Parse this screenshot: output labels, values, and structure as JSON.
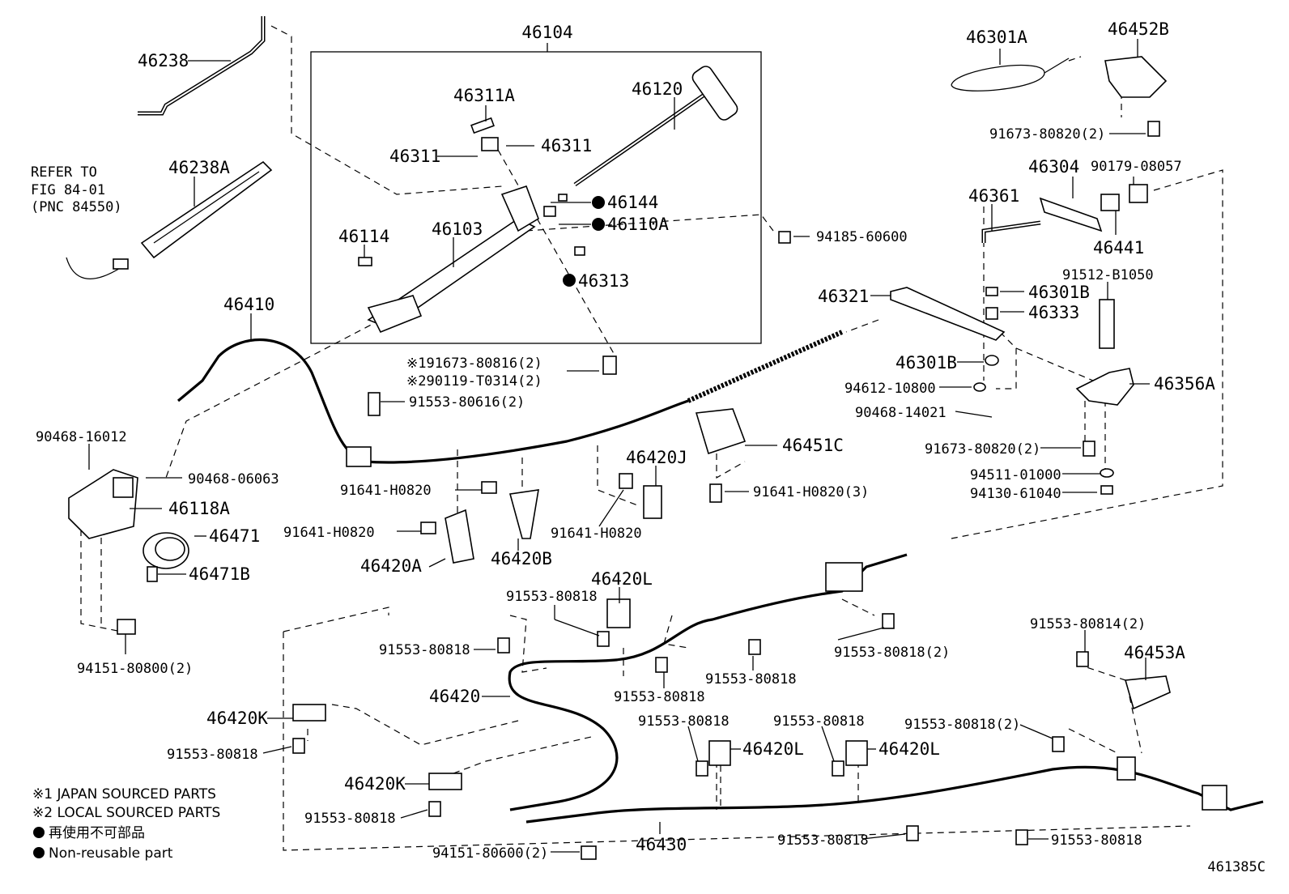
{
  "figure_code": "461385C",
  "refer": {
    "line1": "REFER TO",
    "line2": "FIG 84-01",
    "line3": "(PNC 84550)"
  },
  "labels": {
    "p46104": "46104",
    "p46238": "46238",
    "p46238A": "46238A",
    "p46311A": "46311A",
    "p46120": "46120",
    "p46311_left": "46311",
    "p46311_right": "46311",
    "p46144": "46144",
    "p46110A": "46110A",
    "p46114": "46114",
    "p46103": "46103",
    "p46313": "46313",
    "p94185_60600": "94185-60600",
    "p46410": "46410",
    "p91673_80816": "※191673-80816(2)",
    "p90119_T0314": "※290119-T0314(2)",
    "p91553_80616": "91553-80616(2)",
    "p90468_16012": "90468-16012",
    "p90468_06063": "90468-06063",
    "p46118A": "46118A",
    "p46471": "46471",
    "p46471B": "46471B",
    "p94151_80800": "94151-80800(2)",
    "p91641_H0820_a": "91641-H0820",
    "p91641_H0820_b": "91641-H0820",
    "p91641_H0820_c": "91641-H0820",
    "p91641_H0820_3": "91641-H0820(3)",
    "p46420A": "46420A",
    "p46420B": "46420B",
    "p46420J": "46420J",
    "p46451C": "46451C",
    "p46301A": "46301A",
    "p46452B": "46452B",
    "p91673_80820_top": "91673-80820(2)",
    "p46304": "46304",
    "p90179_08057": "90179-08057",
    "p46361": "46361",
    "p46441": "46441",
    "p91512_B1050": "91512-B1050",
    "p46301B_top": "46301B",
    "p46333": "46333",
    "p46321": "46321",
    "p46301B_bot": "46301B",
    "p94612_10800": "94612-10800",
    "p46356A": "46356A",
    "p90468_14021": "90468-14021",
    "p91673_80820_bot": "91673-80820(2)",
    "p94511_01000": "94511-01000",
    "p94130_61040": "94130-61040",
    "p46420L_top": "46420L",
    "p91553_80818_a": "91553-80818",
    "p91553_80818_b": "91553-80818",
    "p91553_80818_2a": "91553-80818(2)",
    "p91553_80818_c": "91553-80818",
    "p91553_80818_d": "91553-80818",
    "p46420": "46420",
    "p46420K_top": "46420K",
    "p91553_80818_e": "91553-80818",
    "p91553_80814": "91553-80814(2)",
    "p46453A": "46453A",
    "p91553_80818_f": "91553-80818",
    "p46420L_mid": "46420L",
    "p91553_80818_g": "91553-80818",
    "p46420L_right": "46420L",
    "p91553_80818_2b": "91553-80818(2)",
    "p46420K_bot": "46420K",
    "p91553_80818_h": "91553-80818",
    "p46430": "46430",
    "p94151_80600": "94151-80600(2)",
    "p91553_80818_i": "91553-80818",
    "p91553_80818_j": "91553-80818"
  },
  "legend": {
    "note1": "※1 JAPAN SOURCED PARTS",
    "note2": "※2 LOCAL SOURCED PARTS",
    "note3": "● 再使用不可部品",
    "note4": "● Non-reusable part"
  }
}
